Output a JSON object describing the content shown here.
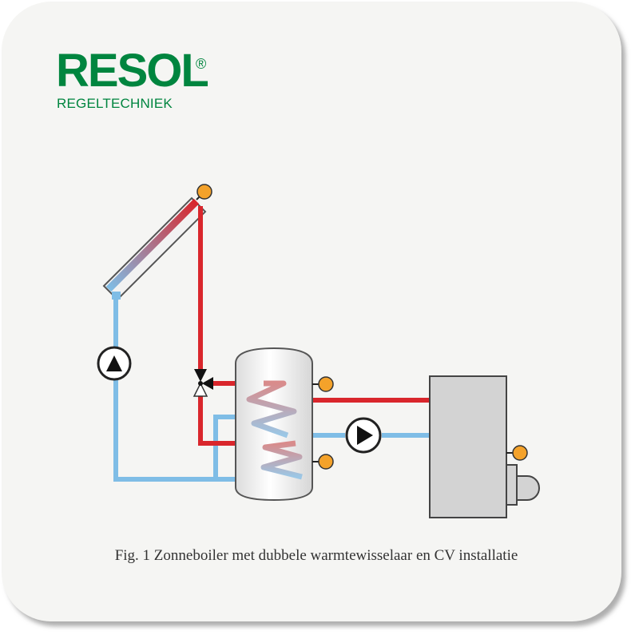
{
  "logo": {
    "word": "RESOL",
    "registered": "®",
    "subtitle": "REGELTECHNIEK"
  },
  "caption": "Fig. 1 Zonneboiler met dubbele warmtewisselaar en CV installatie",
  "colors": {
    "brand_green": "#00853f",
    "hot_pipe": "#d9262c",
    "cold_pipe": "#7fbde6",
    "sensor": "#f4a22a",
    "tank_fill": "#f2f2f2",
    "boiler_fill": "#d3d3d3",
    "card_bg": "#f5f5f3"
  },
  "components": [
    {
      "name": "solar-collector",
      "icon": "solar-panel-icon"
    },
    {
      "name": "solar-pump",
      "icon": "pump-icon"
    },
    {
      "name": "three-way-valve",
      "icon": "valve-icon"
    },
    {
      "name": "storage-tank",
      "icon": "tank-icon",
      "coils": 2
    },
    {
      "name": "heating-pump",
      "icon": "pump-icon"
    },
    {
      "name": "cv-boiler",
      "icon": "boiler-icon"
    }
  ],
  "sensors": [
    "collector-sensor",
    "tank-top-sensor",
    "tank-bottom-sensor",
    "boiler-sensor"
  ]
}
